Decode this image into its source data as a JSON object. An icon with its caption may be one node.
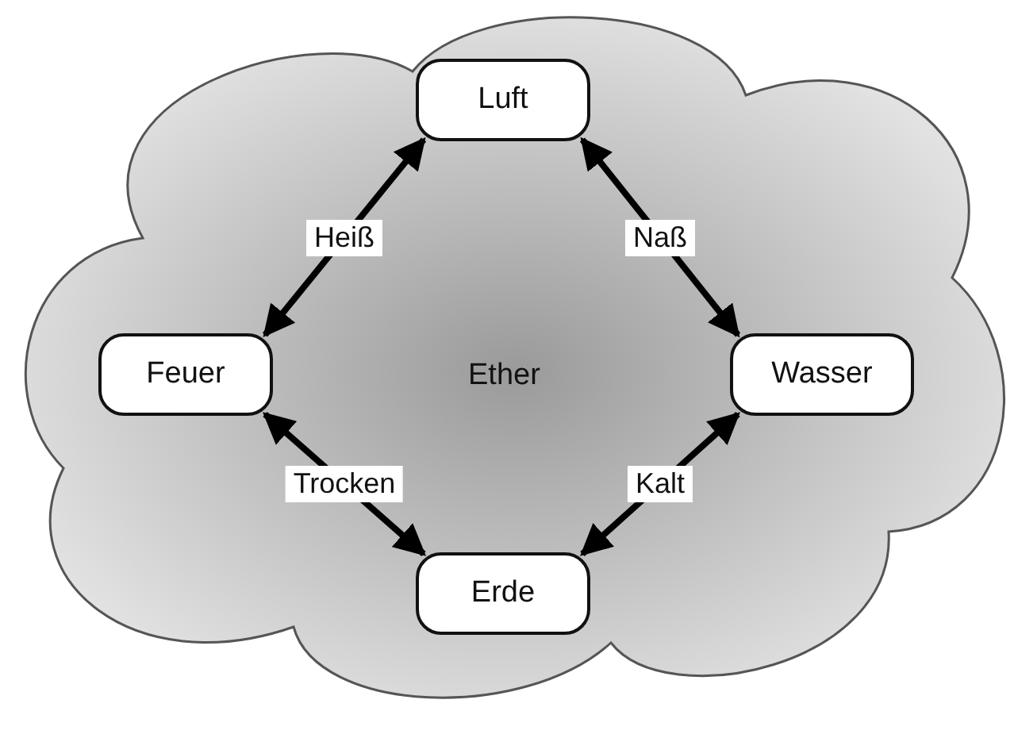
{
  "diagram": {
    "nodes": [
      {
        "text": [
          "Ether"
        ]
      },
      {
        "text": [
          "Luft"
        ],
        "in": 0
      },
      {
        "text": [
          "Feuer"
        ],
        "in": 0
      },
      {
        "text": [
          "Wasser"
        ],
        "in": 0
      },
      {
        "text": [
          "Erde"
        ],
        "in": 0
      }
    ],
    "edges": [
      {
        "from": 2,
        "to": 1,
        "arrow": "both",
        "label": "Heiß"
      },
      {
        "from": 1,
        "to": 3,
        "arrow": "both",
        "label": "Naß"
      },
      {
        "from": 2,
        "to": 4,
        "arrow": "both",
        "label": "Trocken"
      },
      {
        "from": 3,
        "to": 4,
        "arrow": "both",
        "label": "Kalt"
      }
    ]
  }
}
